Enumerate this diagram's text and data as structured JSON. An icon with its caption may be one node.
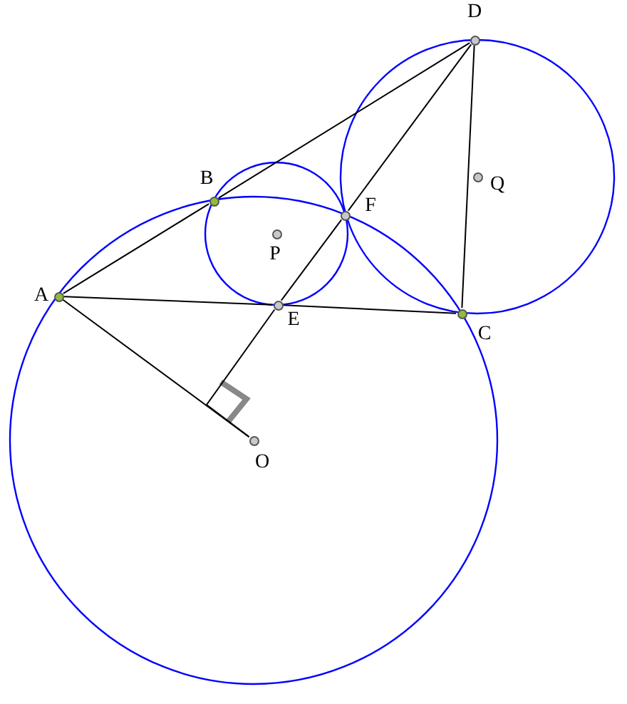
{
  "diagram": {
    "nodes": [
      {
        "text": [
          "D"
        ]
      },
      {
        "text": [
          "Q"
        ]
      },
      {
        "text": [
          "B"
        ]
      },
      {
        "text": [
          "F"
        ]
      },
      {
        "text": [
          "P"
        ]
      },
      {
        "text": [
          "A"
        ]
      },
      {
        "text": [
          "E"
        ]
      },
      {
        "text": [
          "C"
        ]
      },
      {
        "text": [
          "O"
        ]
      }
    ],
    "edges": [
      {
        "from": 5,
        "to": 2,
        "arrow": "none"
      },
      {
        "from": 2,
        "to": 0,
        "arrow": "none"
      },
      {
        "from": 5,
        "to": 6,
        "arrow": "none"
      },
      {
        "from": 6,
        "to": 7,
        "arrow": "none"
      },
      {
        "from": 0,
        "to": 3,
        "arrow": "none"
      },
      {
        "from": 3,
        "to": 6,
        "arrow": "none"
      },
      {
        "from": 0,
        "to": 7,
        "arrow": "none"
      },
      {
        "from": 5,
        "to": 8,
        "arrow": "none"
      },
      {
        "from": 6,
        "to": 8,
        "arrow": "none"
      }
    ]
  }
}
